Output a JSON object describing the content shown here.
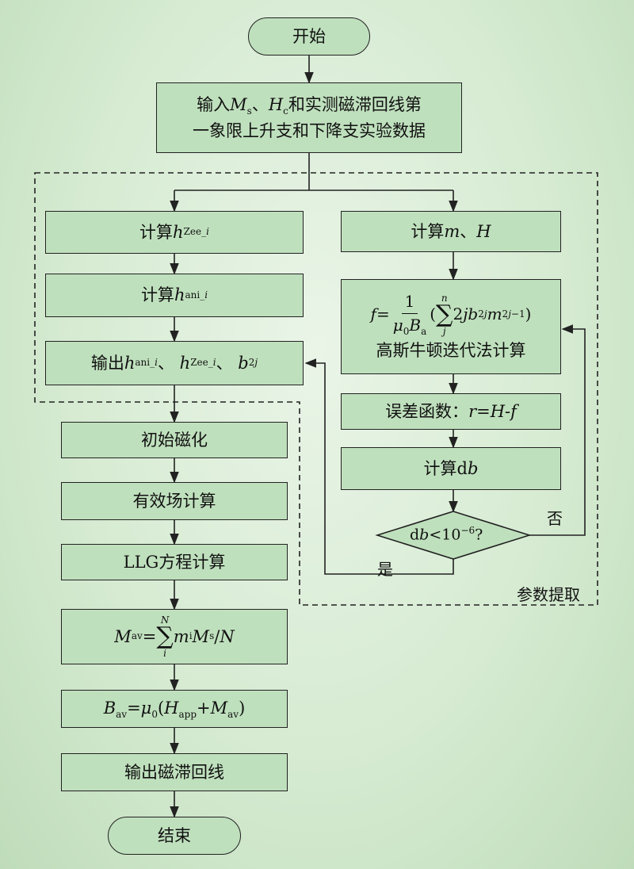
{
  "nodes": {
    "start": "开始",
    "input_line1_a": "输入",
    "input_line1_b": "和实测磁滞回线第",
    "input_line2": "一象限上升支和下降支实验数据",
    "calc_hzee": "计算",
    "calc_hani": "计算",
    "output_params": "输出",
    "calc_mH": "计算",
    "gauss_newton": "高斯牛顿迭代法计算",
    "error_func": "误差函数：",
    "calc_db": "计算d",
    "init_mag": "初始磁化",
    "eff_field": "有效场计算",
    "llg": "LLG方程计算",
    "output_loop": "输出磁滞回线",
    "end": "结束"
  },
  "labels": {
    "no": "否",
    "yes": "是",
    "param_extraction": "参数提取"
  },
  "colors": {
    "box_fill": "#bfe0bd",
    "background": "#d6ebd2",
    "line": "#222222"
  }
}
